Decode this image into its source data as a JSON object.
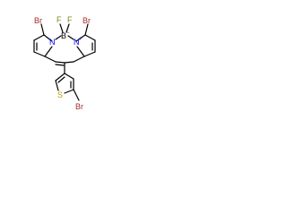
{
  "molecule": {
    "atoms": {
      "br_top_left": "Br",
      "br_top_right": "Br",
      "br_bottom": "Br",
      "f_left": "F",
      "f_right": "F",
      "boron": "B",
      "boron_charge": "−",
      "n_left": "N",
      "n_right": "N",
      "n_right_charge": "+",
      "sulfur": "S"
    },
    "colors": {
      "bromine": "#a52a2a",
      "fluorine": "#6b8e23",
      "nitrogen": "#0000ff",
      "sulfur": "#b8a000",
      "bond": "#000000"
    }
  }
}
